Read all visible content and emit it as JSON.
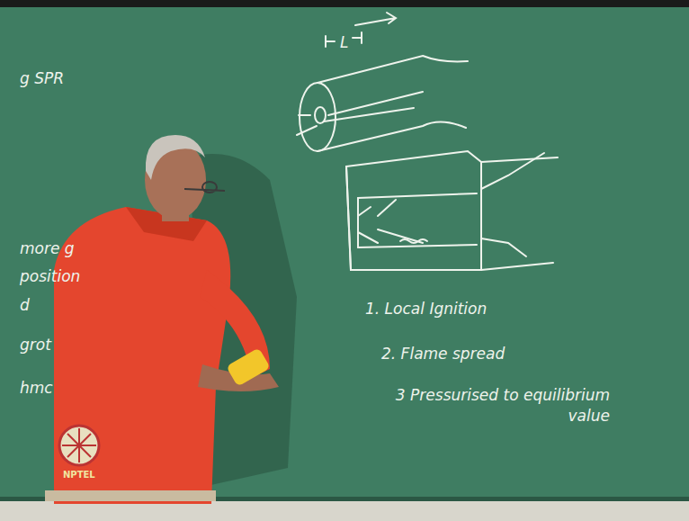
{
  "diagram": {
    "labels": [
      "L",
      "g SPR",
      "more g",
      "position",
      "d",
      "grot",
      "hmc",
      "1. Local Ignition",
      "2. Flame spread",
      "3 Pressurised to equilibrium value",
      "NPTEL"
    ]
  }
}
